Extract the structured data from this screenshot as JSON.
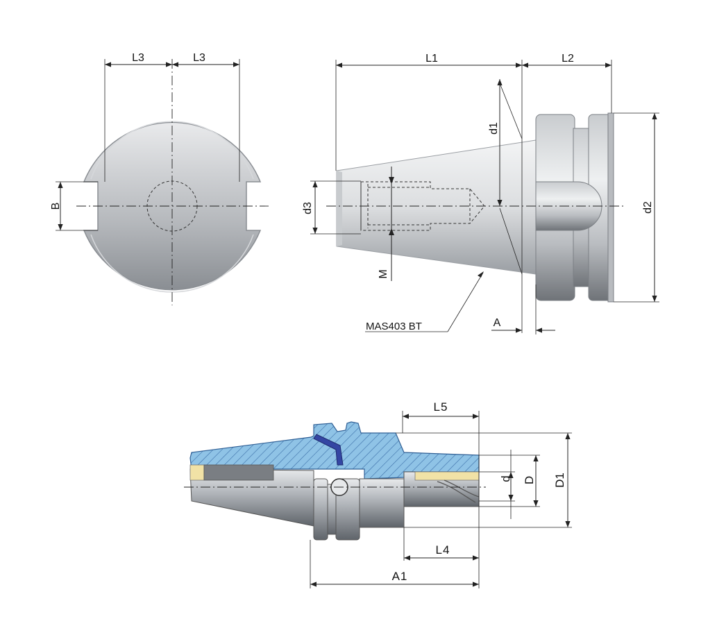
{
  "labels": {
    "front_l3_left": "L3",
    "front_l3_right": "L3",
    "front_b": "B",
    "side_l1": "L1",
    "side_l2": "L2",
    "side_d1": "d1",
    "side_d2": "d2",
    "side_d3": "d3",
    "side_m": "M",
    "side_a": "A",
    "side_standard": "MAS403 BT",
    "sec_l5": "L5",
    "sec_l4": "L4",
    "sec_a1": "A1",
    "sec_d": "d",
    "sec_D": "D",
    "sec_D1": "D1"
  },
  "colors": {
    "body_light": "#e4e6e8",
    "body_dark": "#8e9297",
    "section_blue": "#8fc3e6",
    "section_hatch": "#3b6ea8",
    "insert_yellow": "#f1e2a6",
    "pin_blue": "#3446a3",
    "line": "#222222"
  }
}
